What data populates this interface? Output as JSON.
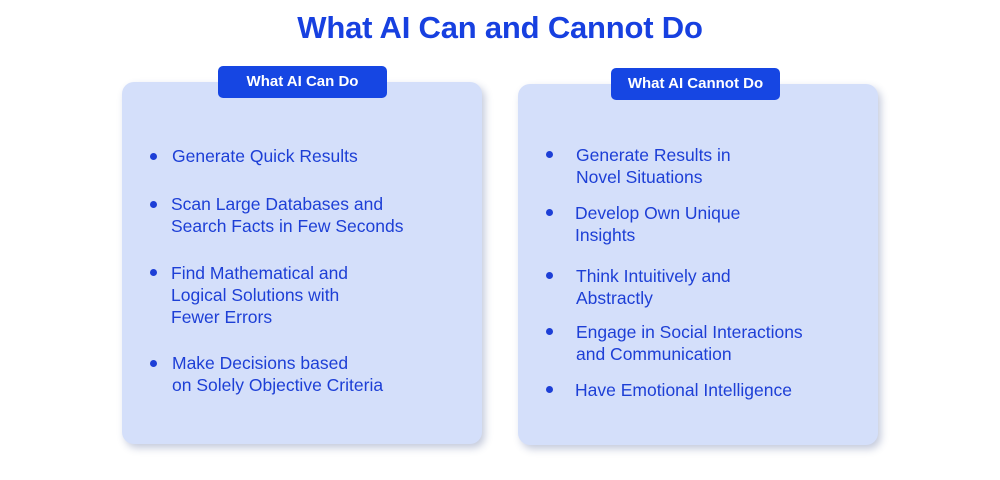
{
  "title": "What AI Can and Cannot Do",
  "colors": {
    "accent": "#1646e3",
    "card_bg": "#d4dffa",
    "text": "#1d3fd6"
  },
  "can": {
    "heading": "What AI Can Do",
    "items": [
      {
        "lines": [
          "Generate Quick Results"
        ]
      },
      {
        "lines": [
          "Scan Large Databases and",
          "Search Facts in Few Seconds"
        ]
      },
      {
        "lines": [
          "Find Mathematical and",
          "Logical Solutions with",
          "Fewer Errors"
        ]
      },
      {
        "lines": [
          "Make Decisions based",
          "on Solely Objective Criteria"
        ]
      }
    ]
  },
  "cannot": {
    "heading": "What AI Cannot Do",
    "items": [
      {
        "lines": [
          "Generate Results in",
          "Novel Situations"
        ]
      },
      {
        "lines": [
          "Develop Own Unique",
          "Insights"
        ]
      },
      {
        "lines": [
          "Think Intuitively and",
          "Abstractly"
        ]
      },
      {
        "lines": [
          "Engage in Social Interactions",
          "and Communication"
        ]
      },
      {
        "lines": [
          "Have Emotional Intelligence"
        ]
      }
    ]
  }
}
